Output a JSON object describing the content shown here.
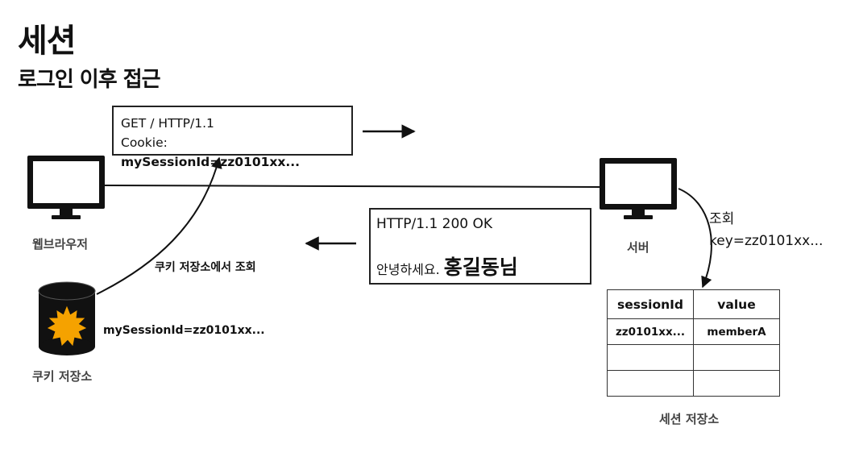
{
  "title": "세션",
  "subtitle": "로그인 이후 접근",
  "request": {
    "line1": "GET / HTTP/1.1",
    "cookie_label": "Cookie: ",
    "cookie_value": "mySessionId=zz0101xx..."
  },
  "response": {
    "status": "HTTP/1.1 200 OK",
    "greeting": "안녕하세요. ",
    "name": "홍길동님"
  },
  "client": {
    "label": "웹브라우저",
    "cookie_store_label": "쿠키 저장소",
    "cookie_store_value": "mySessionId=zz0101xx...",
    "cookie_lookup": "쿠키 저장소에서 조회"
  },
  "server": {
    "label": "서버",
    "lookup_line1": "조회",
    "lookup_line2": "key=zz0101xx..."
  },
  "session_store": {
    "label": "세션 저장소",
    "columns": [
      "sessionId",
      "value"
    ],
    "rows": [
      [
        "zz0101xx...",
        "memberA"
      ],
      [
        "",
        ""
      ],
      [
        "",
        ""
      ]
    ]
  },
  "icons": {
    "browser": "monitor-icon",
    "server": "monitor-icon",
    "cookie_store": "database-cylinder-icon"
  },
  "colors": {
    "stroke": "#111111",
    "sun": "#f5a200"
  }
}
